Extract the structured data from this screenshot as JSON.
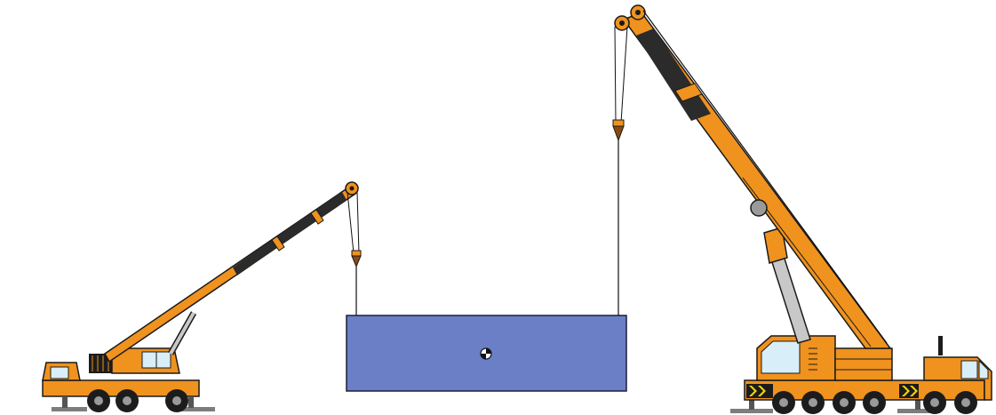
{
  "scene": {
    "background": "#ffffff",
    "colors": {
      "crane_body": "#f0921e",
      "crane_outline": "#1a1a1a",
      "boom_dark": "#2b2b2b",
      "cab_glass": "#d8eef8",
      "tire": "#1c1c1c",
      "hub": "#9a9a9a",
      "hook": "#8a4a12",
      "cable": "#111111",
      "piston": "#c8c8c8",
      "load_fill": "#6a7fc6",
      "load_outline": "#1c1f3a",
      "ground_pad": "#7d7d7d",
      "hazard_yellow": "#f4d20a"
    },
    "objects": [
      {
        "name": "left-mobile-crane",
        "icon": "mobile-crane-small"
      },
      {
        "name": "right-mobile-crane",
        "icon": "mobile-crane-large"
      },
      {
        "name": "suspended-load",
        "icon": "rectangular-block"
      },
      {
        "name": "center-of-gravity-marker",
        "icon": "center-of-gravity-symbol"
      }
    ]
  }
}
